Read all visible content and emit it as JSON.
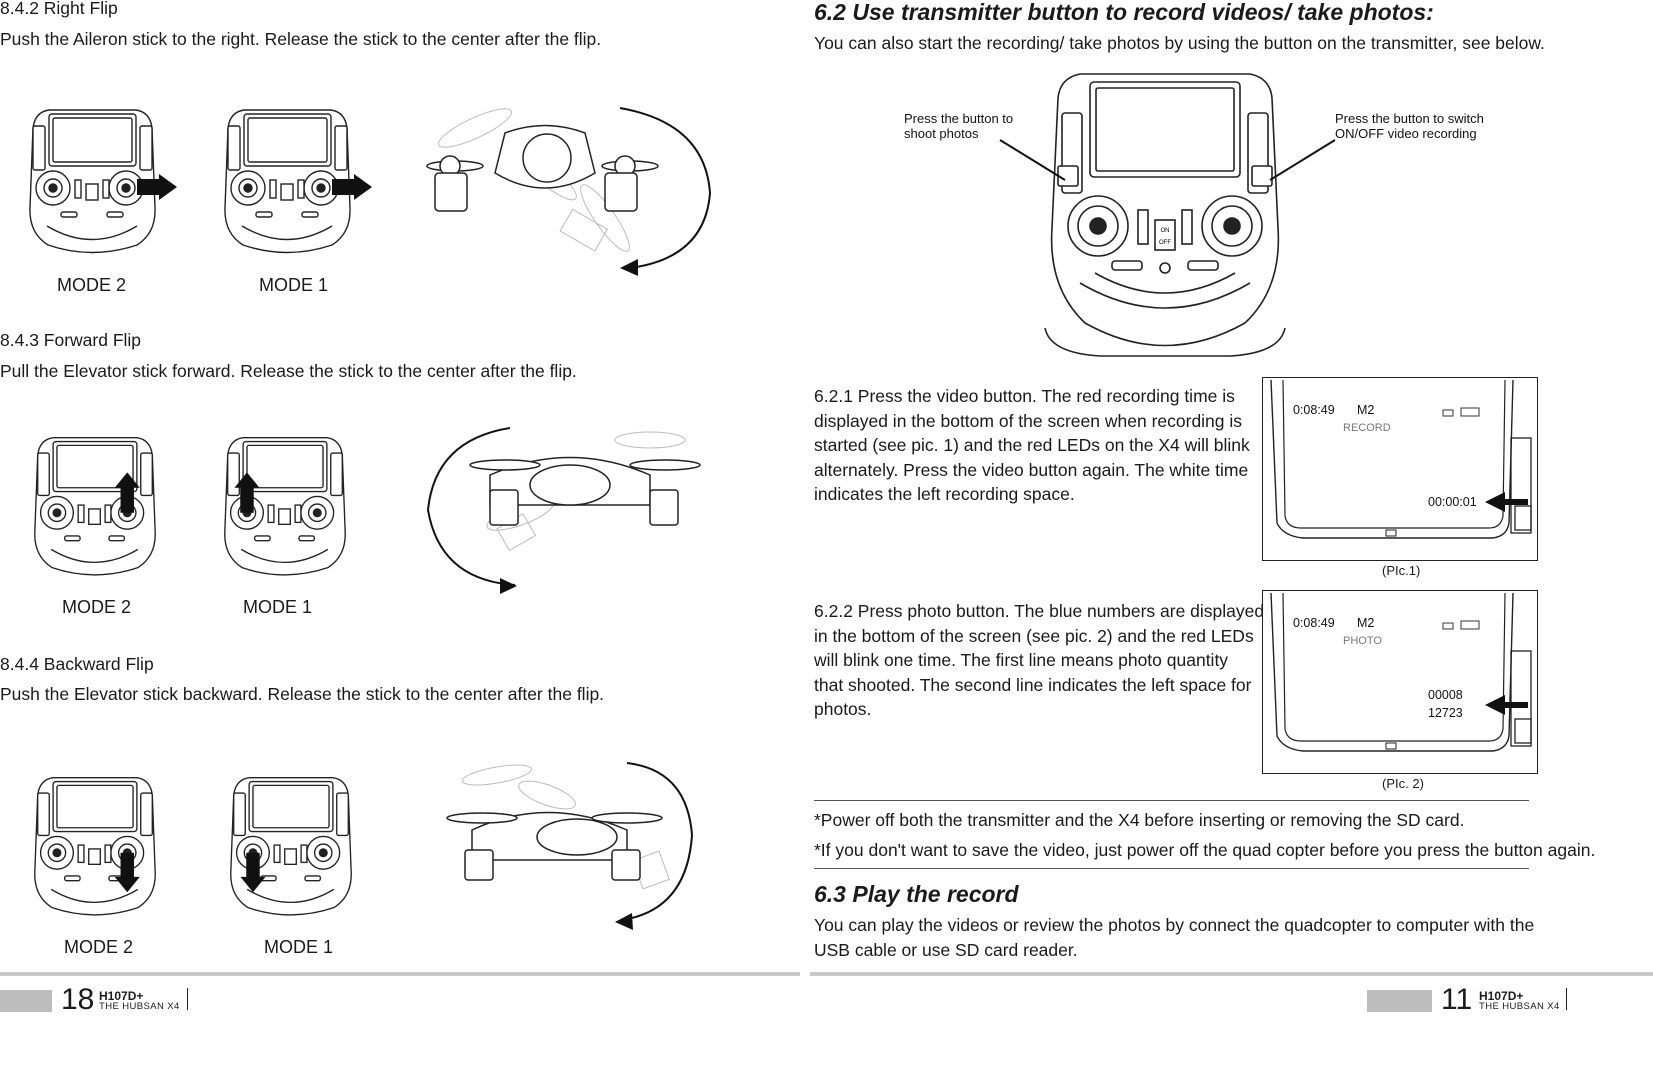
{
  "left_page": {
    "s842": {
      "heading": "8.4.2 Right Flip",
      "text": "Push the Aileron stick to the right. Release the stick to the center after the flip.",
      "mode_a": "MODE 2",
      "mode_b": "MODE 1"
    },
    "s843": {
      "heading": "8.4.3 Forward Flip",
      "text": "Pull the Elevator stick forward. Release the stick to the center after the flip.",
      "mode_a": "MODE 2",
      "mode_b": "MODE 1"
    },
    "s844": {
      "heading": "8.4.4  Backward Flip",
      "text": "Push the Elevator stick backward. Release the stick to the center after the flip.",
      "mode_a": "MODE 2",
      "mode_b": "MODE 1"
    },
    "footer": {
      "page": "18",
      "brand": "H107D+",
      "sub": "THE HUBSAN X4"
    }
  },
  "right_page": {
    "s62": {
      "heading": "6.2  Use transmitter button to record videos/ take photos:",
      "text": "You can also start the recording/ take photos by using the button on the transmitter, see below.",
      "callout_left": [
        "Press the button to",
        "shoot photos"
      ],
      "callout_right": [
        "Press the button to switch",
        "ON/OFF video recording"
      ],
      "switch_on": "ON",
      "switch_off": "OFF"
    },
    "s621": {
      "lines": [
        "6.2.1  Press the video button. The red recording time is",
        "displayed in the bottom of the screen when recording is",
        "started (see pic. 1) and the red LEDs on the X4 will blink",
        "alternately. Press the video button again. The white time",
        "indicates the left recording space."
      ],
      "screen": {
        "time": "0:08:49",
        "mode": "M2",
        "label": "RECORD",
        "counter": "00:00:01"
      },
      "caption": "(PIc.1)"
    },
    "s622": {
      "lines": [
        "6.2.2  Press photo button. The blue numbers are displayed",
        "in the bottom of the screen (see pic. 2) and the red LEDs",
        "will blink one time. The first line means photo quantity",
        "that shooted. The second line indicates the left space for",
        "photos."
      ],
      "screen": {
        "time": "0:08:49",
        "mode": "M2",
        "label": "PHOTO",
        "count1": "00008",
        "count2": "12723"
      },
      "caption": "(PIc. 2)"
    },
    "notes": [
      "*Power off both the transmitter and the X4 before inserting or removing the SD card.",
      "*If you don't want to save the video, just power off the quad copter before you press the button again."
    ],
    "s63": {
      "heading": "6.3 Play the record",
      "lines": [
        "You can play the videos or review the photos by connect the quadcopter to computer with the",
        "USB cable or use SD card reader."
      ]
    },
    "footer": {
      "page": "11",
      "brand": "H107D+",
      "sub": "THE HUBSAN X4"
    }
  }
}
